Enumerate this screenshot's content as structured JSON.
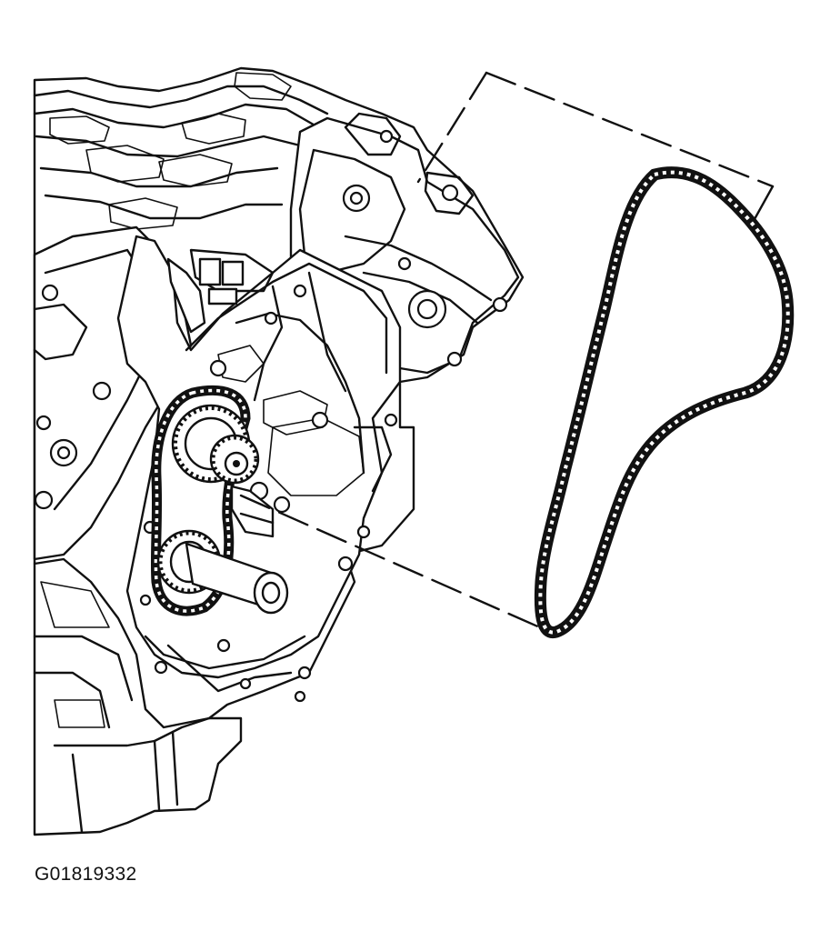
{
  "figure_id": "G01819332",
  "colors": {
    "line": "#111111",
    "background": "#ffffff"
  },
  "parts": [
    "engine-block",
    "timing-chain"
  ]
}
